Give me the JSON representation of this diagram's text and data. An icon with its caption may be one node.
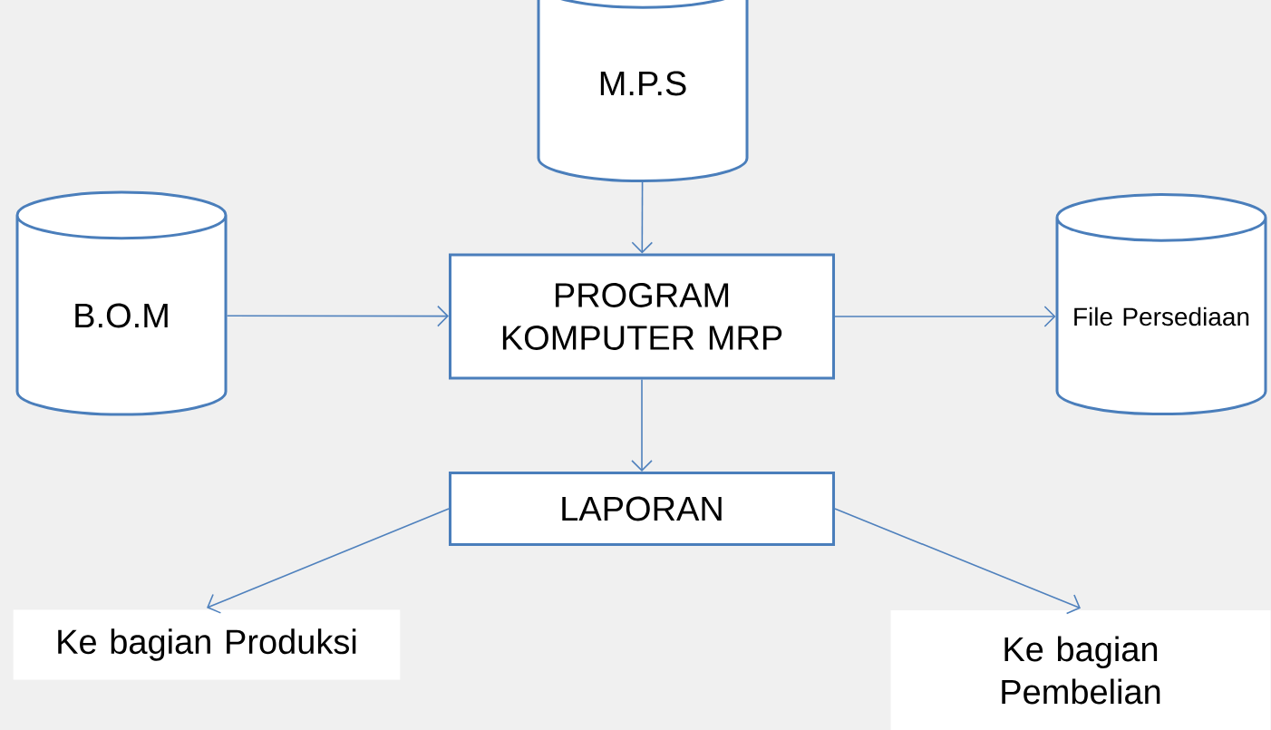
{
  "diagram": {
    "nodes": [
      {
        "text": [
          "M.P.S"
        ]
      },
      {
        "text": [
          "B.O.M"
        ]
      },
      {
        "text": [
          "PROGRAM KOMPUTER MRP"
        ]
      },
      {
        "text": [
          "File Persediaan"
        ]
      },
      {
        "text": [
          "LAPORAN"
        ]
      },
      {
        "text": [
          "Ke bagian Produksi"
        ]
      },
      {
        "text": [
          "Ke bagian Pembelian"
        ]
      }
    ],
    "edges": [
      {
        "from": 0,
        "to": 2,
        "arrow": "to"
      },
      {
        "from": 1,
        "to": 2,
        "arrow": "to"
      },
      {
        "from": 2,
        "to": 3,
        "arrow": "to"
      },
      {
        "from": 2,
        "to": 4,
        "arrow": "to"
      },
      {
        "from": 4,
        "to": 5,
        "arrow": "to"
      },
      {
        "from": 4,
        "to": 6,
        "arrow": "to"
      }
    ]
  }
}
